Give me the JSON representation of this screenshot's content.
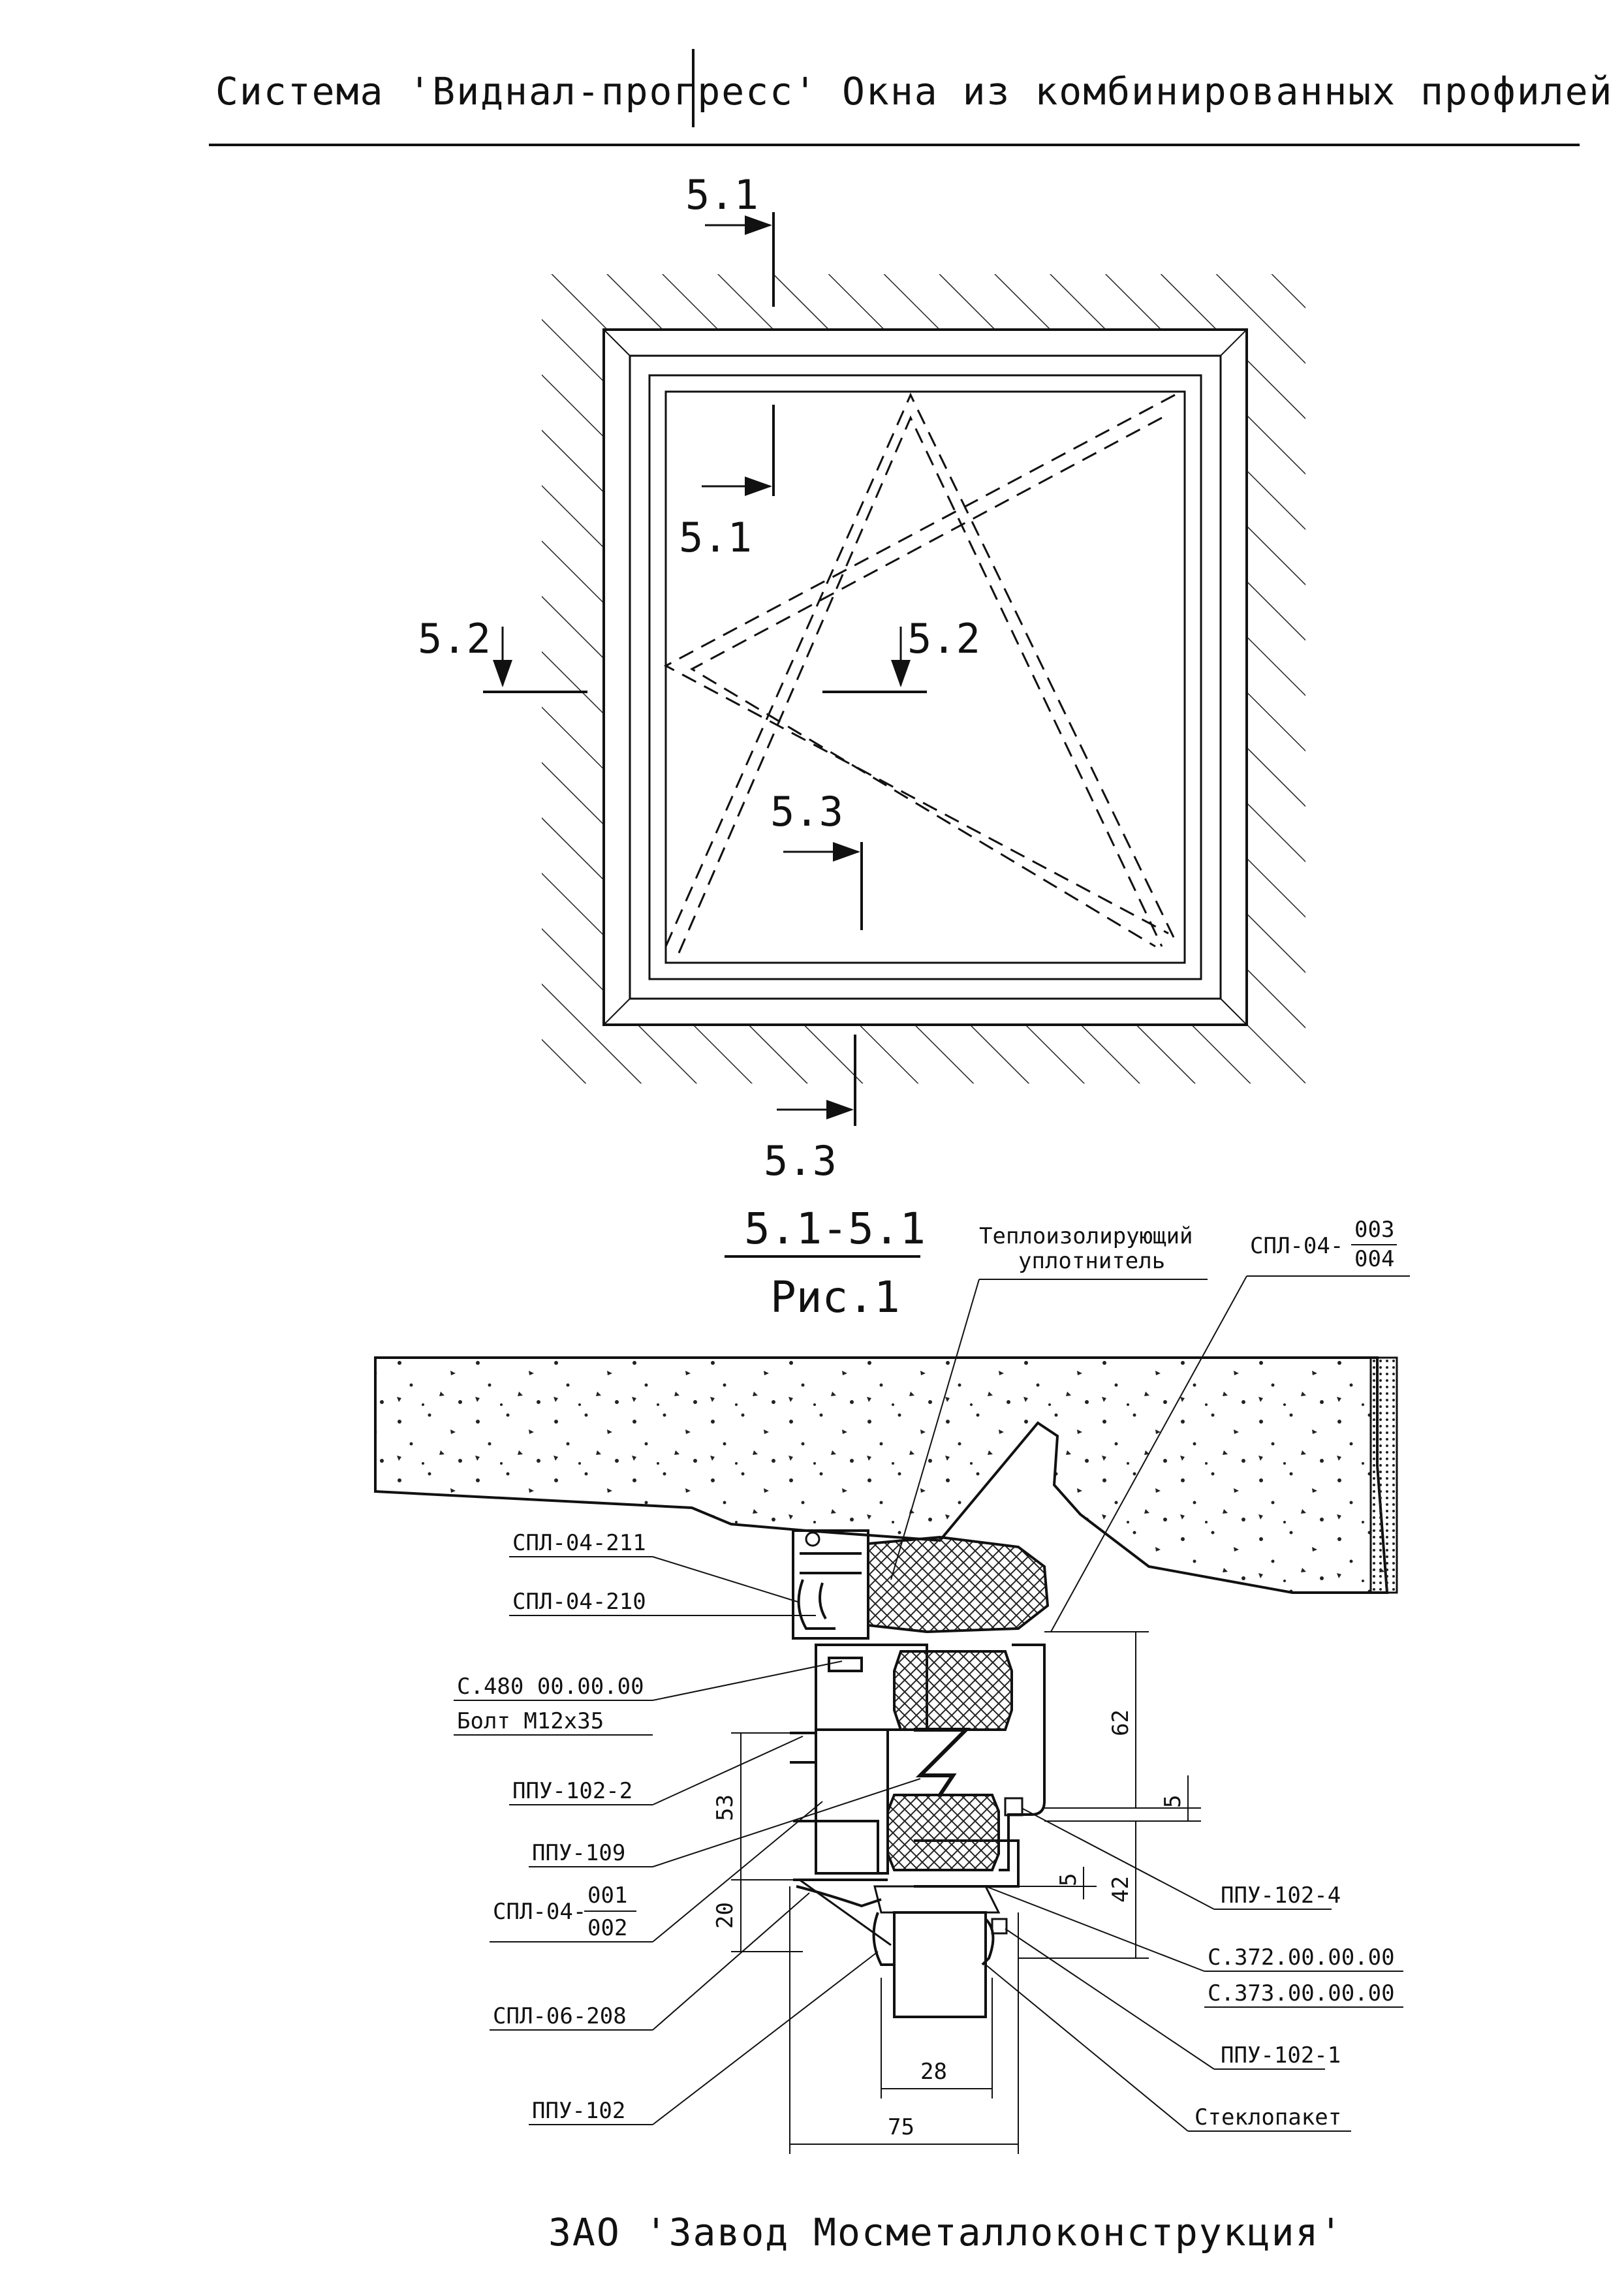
{
  "header": {
    "left": "Система 'Виднал-прогресс'",
    "right": "Окна из комбинированных профилей"
  },
  "elevation": {
    "section_marks": [
      "5.1",
      "5.1",
      "5.2",
      "5.2",
      "5.3",
      "5.3"
    ]
  },
  "section_view": {
    "title": "5.1-5.1",
    "subtitle": "Рис.1",
    "labels": {
      "thermal_seal_line1": "Теплоизолирующий",
      "thermal_seal_line2": "уплотнитель",
      "spl_04_top_prefix": "СПЛ-04-",
      "spl_04_top_num": "003",
      "spl_04_top_den": "004",
      "spl_04_211": "СПЛ-04-211",
      "spl_04_210": "СПЛ-04-210",
      "c480": "С.480 00.00.00",
      "bolt": "Болт М12х35",
      "ppu_102_2": "ППУ-102-2",
      "ppu_109": "ППУ-109",
      "spl_04_mid_prefix": "СПЛ-04-",
      "spl_04_mid_num": "001",
      "spl_04_mid_den": "002",
      "spl_06_208": "СПЛ-06-208",
      "ppu_102": "ППУ-102",
      "ppu_102_4": "ППУ-102-4",
      "c372": "С.372.00.00.00",
      "c373": "С.373.00.00.00",
      "ppu_102_1": "ППУ-102-1",
      "glazing": "Стеклопакет"
    },
    "dimensions": {
      "d53": "53",
      "d20": "20",
      "d62": "62",
      "d5a": "5",
      "d5b": "5",
      "d42": "42",
      "d28": "28",
      "d75": "75"
    }
  },
  "footer": "ЗАО 'Завод Мосметаллоконструкция'"
}
